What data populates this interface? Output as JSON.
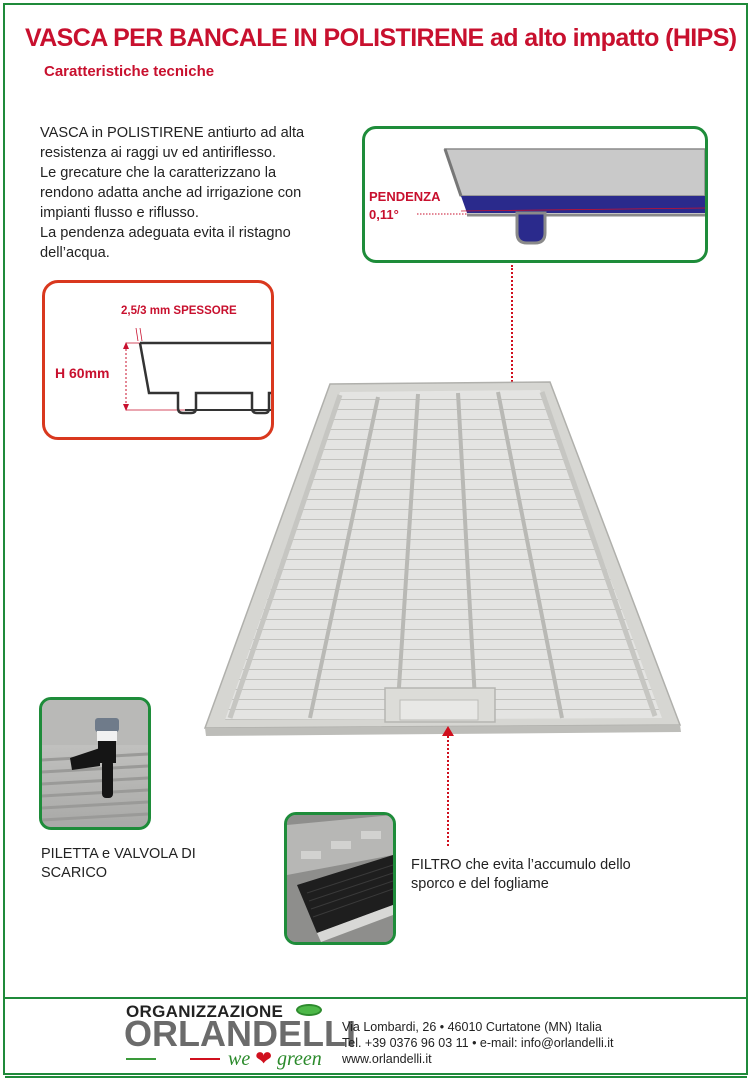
{
  "header": {
    "title_bold": "VASCA PER BANCALE IN POLISTIRENE",
    "title_rest": " ad alto impatto (HIPS)",
    "subtitle": "Caratteristiche tecniche"
  },
  "description": {
    "lines": [
      "VASCA in POLISTIRENE antiurto ad alta",
      "resistenza ai raggi uv ed antiriflesso.",
      "Le grecature che la caratterizzano la",
      "rendono adatta anche ad irrigazione con",
      "impianti flusso e riflusso.",
      "La pendenza adeguata evita il ristagno",
      "dell’acqua."
    ]
  },
  "slope_diagram": {
    "label": "PENDENZA",
    "value": "0,11°"
  },
  "section_diagram": {
    "thickness_label": "2,5/3 mm SPESSORE",
    "height_label": "H 60mm"
  },
  "drain": {
    "caption_line1": "PILETTA e VALVOLA DI",
    "caption_line2": "SCARICO"
  },
  "filter": {
    "caption_line1": "FILTRO che evita l’accumulo dello",
    "caption_line2": "sporco e del fogliame"
  },
  "footer": {
    "org_label": "ORGANIZZAZIONE",
    "org_name": "ORLANDELLI",
    "slogan_we": "we",
    "slogan_green": "green",
    "address": "Via Lombardi, 26 • 46010 Curtatone (MN) Italia",
    "phone_email": "Tel. +39 0376 96 03 11 • e-mail: info@orlandelli.it",
    "website": "www.orlandelli.it"
  },
  "colors": {
    "title_red": "#c8102e",
    "frame_green": "#1f8a3a",
    "water_blue": "#2a2a8c",
    "arrow_red": "#d0101e"
  }
}
